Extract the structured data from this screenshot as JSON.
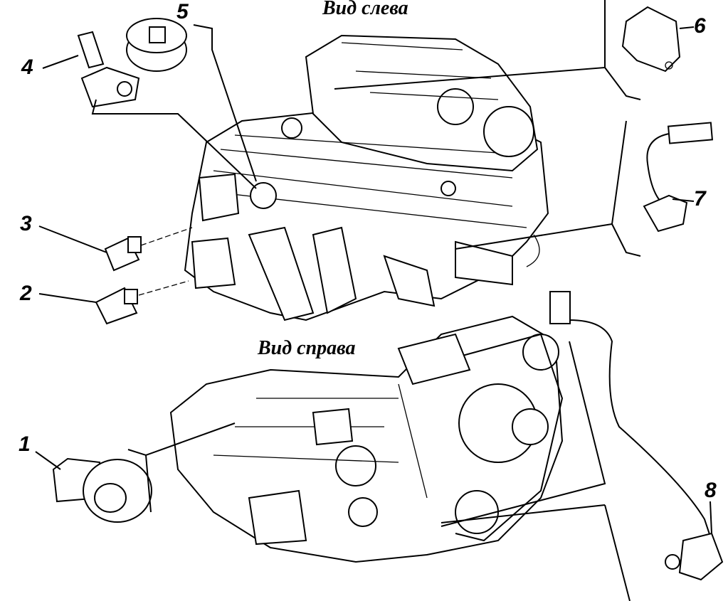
{
  "views": {
    "left": "Вид слева",
    "right": "Вид справа"
  },
  "callouts": [
    "1",
    "2",
    "3",
    "4",
    "5",
    "6",
    "7",
    "8"
  ]
}
